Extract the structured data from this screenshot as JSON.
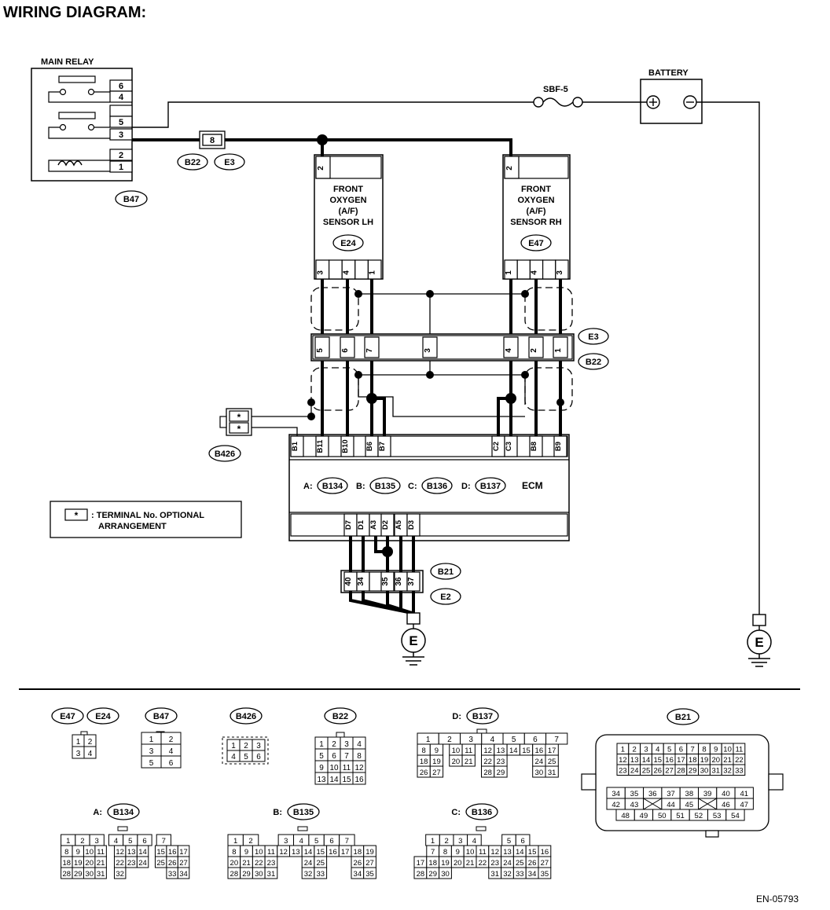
{
  "title": "WIRING DIAGRAM:",
  "figure_id": "EN-05793",
  "main_relay": {
    "label": "MAIN RELAY",
    "pins": [
      "6",
      "4",
      "",
      "5",
      "3",
      "2",
      "1"
    ],
    "connector": "B47"
  },
  "battery": {
    "label": "BATTERY",
    "fuse": "SBF-5",
    "plus": "⊕",
    "minus": "⊖"
  },
  "relay_joint": {
    "pin": "8",
    "connectors": [
      "B22",
      "E3"
    ]
  },
  "sensor_lh": {
    "line1": "FRONT",
    "line2": "OXYGEN",
    "line3": "(A/F)",
    "line4": "SENSOR LH",
    "connector": "E24",
    "top_pin": "2",
    "pins": [
      "3",
      "",
      "4",
      "",
      "1"
    ]
  },
  "sensor_rh": {
    "line1": "FRONT",
    "line2": "OXYGEN",
    "line3": "(A/F)",
    "line4": "SENSOR RH",
    "connector": "E47",
    "top_pin": "2",
    "pins": [
      "1",
      "",
      "4",
      "",
      "3"
    ]
  },
  "joint": {
    "pins": [
      "5",
      "6",
      "7",
      "3",
      "4",
      "2",
      "1"
    ],
    "connectors": [
      "E3",
      "B22"
    ]
  },
  "b426": {
    "connector": "B426",
    "pins": [
      "*",
      "*"
    ]
  },
  "ecm": {
    "label": "ECM",
    "top_pins": [
      "B1",
      "B11",
      "B10",
      "B6",
      "B7",
      "C2",
      "C3",
      "B8",
      "B9"
    ],
    "bottom_pins": [
      "D7",
      "D1",
      "A3",
      "D2",
      "A5",
      "D3"
    ],
    "connectors": [
      {
        "prefix": "A:",
        "name": "B134"
      },
      {
        "prefix": "B:",
        "name": "B135"
      },
      {
        "prefix": "C:",
        "name": "B136"
      },
      {
        "prefix": "D:",
        "name": "B137"
      }
    ]
  },
  "note": {
    "symbol": "*",
    "line1": ": TERMINAL No. OPTIONAL",
    "line2": "ARRANGEMENT"
  },
  "ground_joint": {
    "pins": [
      "40",
      "34",
      "",
      "35",
      "36",
      "37"
    ],
    "connectors": [
      "B21",
      "E2"
    ]
  },
  "ground_label": "E",
  "connector_views": {
    "e47_e24": {
      "labels": [
        "E47",
        "E24"
      ],
      "rows": [
        [
          "1",
          "2"
        ],
        [
          "3",
          "4"
        ]
      ]
    },
    "b47": {
      "label": "B47",
      "rows": [
        [
          "1",
          "2"
        ],
        [
          "3",
          "4"
        ],
        [
          "5",
          "6"
        ]
      ]
    },
    "b426": {
      "label": "B426",
      "rows": [
        [
          "1",
          "2",
          "3"
        ],
        [
          "4",
          "5",
          "6"
        ]
      ]
    },
    "b22": {
      "label": "B22",
      "rows": [
        [
          "1",
          "2",
          "3",
          "4"
        ],
        [
          "5",
          "6",
          "7",
          "8"
        ],
        [
          "9",
          "10",
          "11",
          "12"
        ],
        [
          "13",
          "14",
          "15",
          "16"
        ]
      ]
    },
    "b137": {
      "prefix": "D:",
      "label": "B137",
      "rows": [
        [
          "1",
          "2",
          "3",
          "4",
          "5",
          "6",
          "7"
        ],
        [
          "8",
          "9",
          "10",
          "11",
          "12",
          "13",
          "14",
          "15",
          "16",
          "17"
        ],
        [
          "18",
          "19",
          "20",
          "21",
          "22",
          "23",
          "24",
          "25"
        ],
        [
          "26",
          "27",
          "28",
          "29",
          "30",
          "31"
        ]
      ]
    },
    "b21": {
      "label": "B21",
      "rows": [
        [
          "1",
          "2",
          "3",
          "4",
          "5",
          "6",
          "7",
          "8",
          "9",
          "10",
          "11"
        ],
        [
          "12",
          "13",
          "14",
          "15",
          "16",
          "17",
          "18",
          "19",
          "20",
          "21",
          "22"
        ],
        [
          "23",
          "24",
          "25",
          "26",
          "27",
          "28",
          "29",
          "30",
          "31",
          "32",
          "33"
        ],
        [
          "34",
          "35",
          "36",
          "37",
          "38",
          "39",
          "40",
          "41"
        ],
        [
          "42",
          "43",
          "44",
          "45",
          "46",
          "47"
        ],
        [
          "48",
          "49",
          "50",
          "51",
          "52",
          "53",
          "54"
        ]
      ]
    },
    "b134": {
      "prefix": "A:",
      "label": "B134",
      "rows": [
        [
          "1",
          "2",
          "3",
          "4",
          "5",
          "6",
          "7"
        ],
        [
          "8",
          "9",
          "10",
          "11",
          "12",
          "13",
          "14",
          "15",
          "16",
          "17"
        ],
        [
          "18",
          "19",
          "20",
          "21",
          "22",
          "23",
          "24",
          "25",
          "26",
          "27"
        ],
        [
          "28",
          "29",
          "30",
          "31",
          "32",
          "33",
          "34"
        ]
      ]
    },
    "b135": {
      "prefix": "B:",
      "label": "B135",
      "rows": [
        [
          "1",
          "2",
          "3",
          "4",
          "5",
          "6",
          "7"
        ],
        [
          "8",
          "9",
          "10",
          "11",
          "12",
          "13",
          "14",
          "15",
          "16",
          "17",
          "18",
          "19"
        ],
        [
          "20",
          "21",
          "22",
          "23",
          "24",
          "25",
          "26",
          "27"
        ],
        [
          "28",
          "29",
          "30",
          "31",
          "32",
          "33",
          "34",
          "35"
        ]
      ]
    },
    "b136": {
      "prefix": "C:",
      "label": "B136",
      "rows": [
        [
          "1",
          "2",
          "3",
          "4",
          "5",
          "6"
        ],
        [
          "7",
          "8",
          "9",
          "10",
          "11",
          "12",
          "13",
          "14",
          "15",
          "16"
        ],
        [
          "17",
          "18",
          "19",
          "20",
          "21",
          "22",
          "23",
          "24",
          "25",
          "26",
          "27"
        ],
        [
          "28",
          "29",
          "30",
          "31",
          "32",
          "33",
          "34",
          "35"
        ]
      ]
    }
  }
}
